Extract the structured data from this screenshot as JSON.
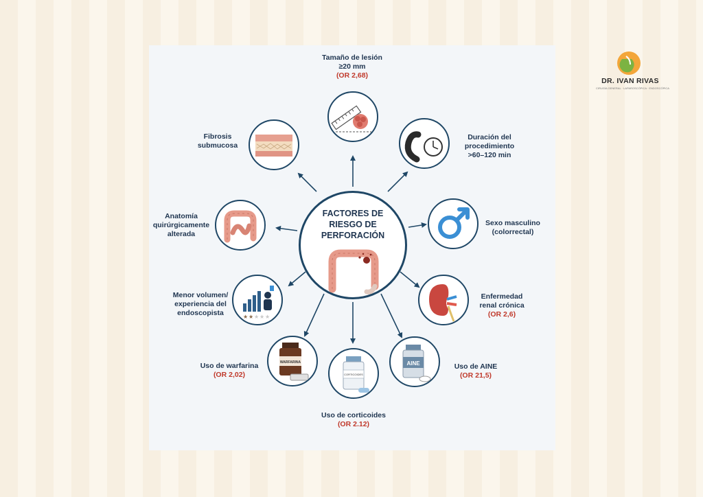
{
  "logo": {
    "name": "DR. IVAN RIVAS",
    "subtitle": "CIRUGÍA GENERAL · LAPAROSCÓPICA · ENDOSCÓPICA",
    "icon": "stomach-logo-icon"
  },
  "center": {
    "title": "FACTORES DE\nRIESGO DE\nPERFORACIÓN",
    "icon": "colon-perforation-icon"
  },
  "factors": [
    {
      "id": "tamano",
      "label": "Tamaño de lesión\n≥20 mm",
      "or": "(OR 2,68)",
      "icon": "ruler-polyp-icon"
    },
    {
      "id": "duracion",
      "label": "Duración del\nprocedimiento\n>60–120 min",
      "or": "",
      "icon": "endoscope-clock-icon"
    },
    {
      "id": "sexo",
      "label": "Sexo masculino\n(colorrectal)",
      "or": "",
      "icon": "male-symbol-icon"
    },
    {
      "id": "renal",
      "label": "Enfermedad\nrenal crónica",
      "or": "(OR 2,6)",
      "icon": "kidney-icon"
    },
    {
      "id": "aine",
      "label": "Uso de AINE",
      "or": "(OR 21,5)",
      "icon": "aine-bottle-icon",
      "bottle_text": "AINE"
    },
    {
      "id": "corticoides",
      "label": "Uso de corticoides",
      "or": "(OR 2.12)",
      "icon": "corticoides-bottle-icon",
      "bottle_text": "CORTICOIDES"
    },
    {
      "id": "warfarina",
      "label": "Uso de warfarina",
      "or": "(OR 2,02)",
      "icon": "warfarina-bottle-icon",
      "bottle_text": "WARFARINA"
    },
    {
      "id": "experiencia",
      "label": "Menor volumen/\nexperiencia del\nendoscopista",
      "or": "",
      "icon": "experience-chart-icon",
      "stars": 2,
      "stars_total": 5
    },
    {
      "id": "anatomia",
      "label": "Anatomía\nquirúrgicamente\nalterada",
      "or": "",
      "icon": "intestine-icon"
    },
    {
      "id": "fibrosis",
      "label": "Fibrosis\nsubmucosa",
      "or": "",
      "icon": "tissue-layers-icon"
    }
  ],
  "colors": {
    "navy": "#1f4766",
    "text": "#1f3550",
    "or_red": "#c0392b",
    "tissue": "#e69a8a"
  }
}
